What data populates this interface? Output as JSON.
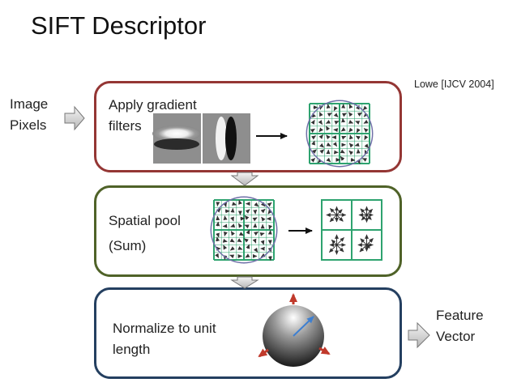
{
  "title": "SIFT Descriptor",
  "reference": "Lowe [IJCV 2004]",
  "input": {
    "line1": "Image",
    "line2": "Pixels"
  },
  "output": {
    "line1": "Feature",
    "line2": "Vector"
  },
  "steps": [
    {
      "line1": "Apply gradient",
      "line2": "filters"
    },
    {
      "line1": "Spatial pool",
      "line2": "(Sum)"
    },
    {
      "line1": "Normalize to unit",
      "line2": "length"
    }
  ],
  "colors": {
    "step1_border": "#943634",
    "step2_border": "#4f6228",
    "step3_border": "#243f60",
    "grid_green": "#2ea36f",
    "circle": "#7070a8",
    "unit_arrow": "#3d7fd1",
    "red_arrow": "#c0392b"
  },
  "icons": [
    "block-arrow-right-icon",
    "block-arrow-down-icon",
    "arrow-right-icon"
  ]
}
